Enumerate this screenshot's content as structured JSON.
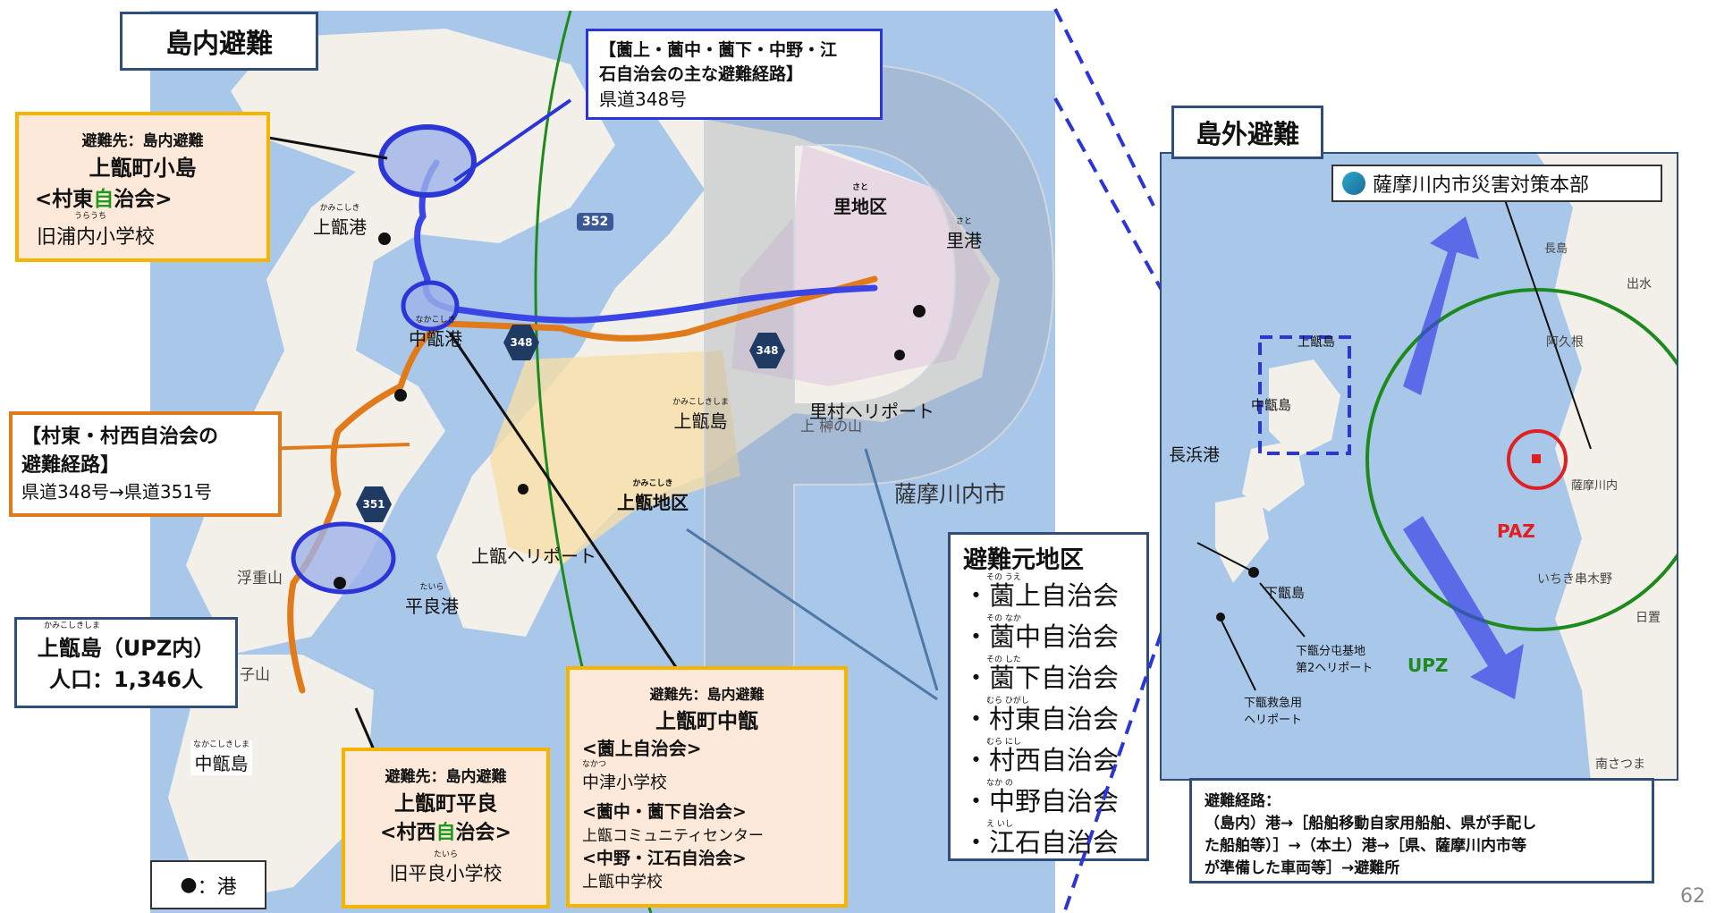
{
  "titles": {
    "inner": "島内避難",
    "outer": "島外避難"
  },
  "inner_map": {
    "box_kojima": {
      "line1": "避難先：島内避難",
      "line2": "上甑町小島",
      "line3_pre": "<村東",
      "line3_green": "自",
      "line3_post": "治会>",
      "ruby": "うらうち",
      "line4": "旧浦内小学校"
    },
    "box_main_route": {
      "line1": "【薗上・薗中・薗下・中野・江",
      "line2": "石自治会の主な避難経路】",
      "line3": "県道348号"
    },
    "box_muraroute": {
      "line1": "【村東・村西自治会の",
      "line2": "避難経路】",
      "line3": "県道348号→県道351号"
    },
    "box_island": {
      "ruby": "かみこしきしま",
      "line1": "上甑島（UPZ内）",
      "line2": "人口：1,346人"
    },
    "box_taira": {
      "line1": "避難先：島内避難",
      "line2": "上甑町平良",
      "line3_pre": "<村西",
      "line3_green": "自",
      "line3_post": "治会>",
      "ruby": "たいら",
      "line4": "旧平良小学校"
    },
    "box_nakakoshiki": {
      "line1": "避難先：島内避難",
      "line2": "上甑町中甑",
      "line3": "<薗上自治会>",
      "ruby": "なかつ",
      "line4": "中津小学校",
      "line5": "<薗中・薗下自治会>",
      "line6": "上甑コミュニティセンター",
      "line7": "<中野・江石自治会>",
      "line8": "上甑中学校"
    },
    "legend": {
      "symbol": "●",
      "text": "：港"
    },
    "labels": [
      {
        "ruby": "かみこしき",
        "text": "上甑港"
      },
      {
        "ruby": "なかこしき",
        "text": "中甑港"
      },
      {
        "ruby": "さと",
        "text": "里地区"
      },
      {
        "ruby": "さと",
        "text": "里港"
      },
      {
        "ruby": "かみこしきしま",
        "text": "上甑島"
      },
      {
        "ruby": "かみこしき",
        "text": "上甑地区"
      },
      {
        "ruby": "",
        "text": "上甑ヘリポート"
      },
      {
        "ruby": "",
        "text": "里村ヘリポート"
      },
      {
        "ruby": "",
        "text": "薩摩川内市"
      },
      {
        "ruby": "たいら",
        "text": "平良港"
      },
      {
        "ruby": "なかこしきしま",
        "text": "中甑島"
      },
      {
        "ruby": "",
        "text": "浮重山"
      },
      {
        "ruby": "",
        "text": "子山"
      },
      {
        "ruby": "",
        "text": "上 榊の山"
      }
    ],
    "road_badges": [
      "348",
      "348",
      "351",
      "352"
    ]
  },
  "source_areas": {
    "title": "避難元地区",
    "items": [
      {
        "ruby": "その うえ",
        "text": "・薗上自治会"
      },
      {
        "ruby": "その なか",
        "text": "・薗中自治会"
      },
      {
        "ruby": "その した",
        "text": "・薗下自治会"
      },
      {
        "ruby": "むら ひがし",
        "text": "・村東自治会"
      },
      {
        "ruby": "むら にし",
        "text": "・村西自治会"
      },
      {
        "ruby": "なか の",
        "text": "・中野自治会"
      },
      {
        "ruby": "え いし",
        "text": "・江石自治会"
      }
    ]
  },
  "outer_map": {
    "hq": "薩摩川内市災害対策本部",
    "labels": [
      {
        "text": "上甑島"
      },
      {
        "text": "中甑島"
      },
      {
        "text": "長浜港"
      },
      {
        "text": "下甑島"
      },
      {
        "text": "下甑分屯基地\n第2ヘリポート"
      },
      {
        "text": "下甑救急用\nヘリポート"
      },
      {
        "text": "PAZ"
      },
      {
        "text": "UPZ"
      },
      {
        "text": "長島"
      },
      {
        "text": "出水"
      },
      {
        "text": "阿久根"
      },
      {
        "text": "薩摩川内"
      },
      {
        "text": "いちき串木野"
      },
      {
        "text": "日置"
      },
      {
        "text": "南さつま"
      }
    ]
  },
  "route_note": {
    "title": "避難経路：",
    "line1": "（島内）港→［船舶移動自家用船舶、県が手配し",
    "line2": "た船舶等）］→（本土）港→［県、薩摩川内市等",
    "line3": "が準備した車両等］→避難所"
  },
  "page_number": "62",
  "colors": {
    "sea": "#a9c7e9",
    "land": "#f2f0e9",
    "orange": "#e07a1b",
    "blue_route": "#3b45e6",
    "navy": "#2f4f7a",
    "green": "#1e8a1e",
    "paz": "#e02020"
  }
}
